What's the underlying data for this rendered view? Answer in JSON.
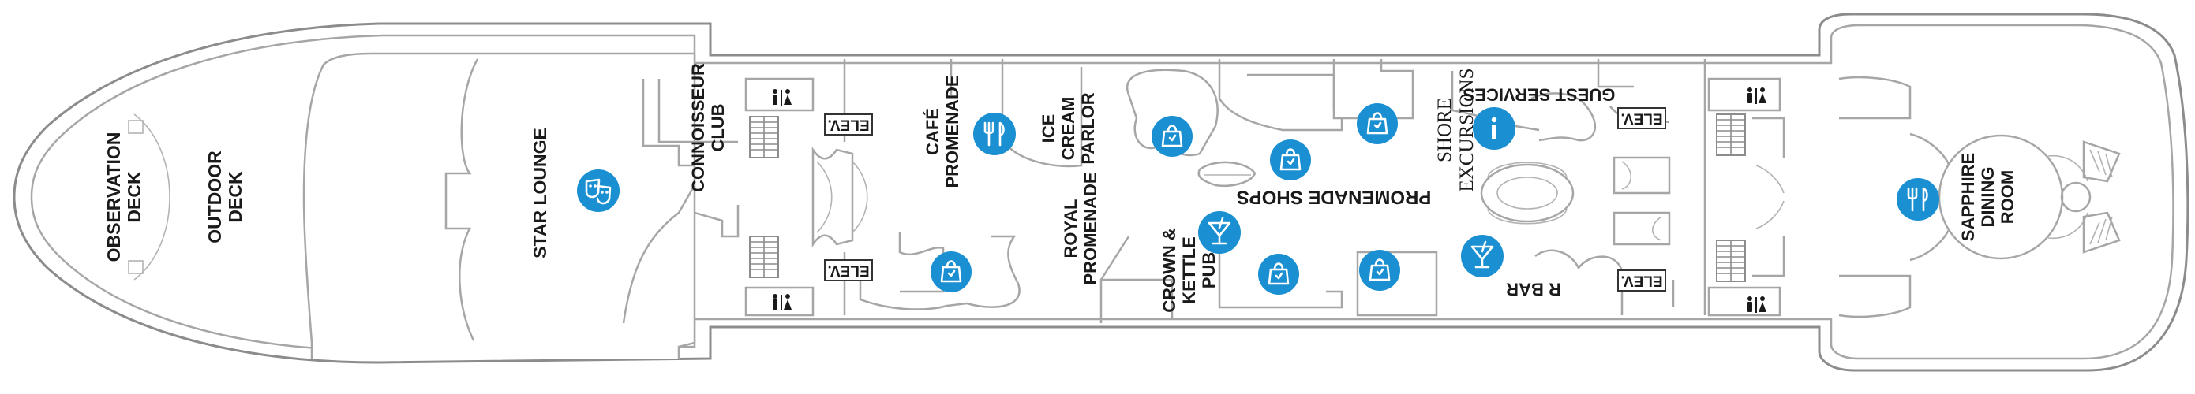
{
  "labels": {
    "observation_deck": [
      "OBSERVATION",
      "DECK"
    ],
    "outdoor_deck": [
      "OUTDOOR",
      "DECK"
    ],
    "star_lounge": "STAR LOUNGE",
    "connoisseur_club": [
      "CONNOISSEUR",
      "CLUB"
    ],
    "cafe_promenade": [
      "CAFÉ",
      "PROMENADE"
    ],
    "ice_cream_parlor": [
      "ICE",
      "CREAM",
      "PARLOR"
    ],
    "royal_promenade": [
      "ROYAL",
      "PROMENADE"
    ],
    "crown_kettle_pub": [
      "CROWN &",
      "KETTLE",
      "PUB"
    ],
    "promenade_shops": "PROMENADE SHOPS",
    "shore_excursions": [
      "SHORE",
      "EXCURSIONS"
    ],
    "guest_services": "GUEST SERVICES",
    "r_bar": "R BAR",
    "sapphire_dining_room": [
      "SAPPHIRE",
      "DINING",
      "ROOM"
    ]
  },
  "elevator_label": "ELEV.",
  "icons": {
    "theater": "theater-masks-icon",
    "dining": "fork-knife-icon",
    "shopping": "shopping-bag-icon",
    "bar": "cocktail-glass-icon",
    "info": "information-icon",
    "restroom": "restroom-icon"
  },
  "colors": {
    "icon_blue": "#1a8fd1",
    "outline": "#8c8c8c"
  }
}
